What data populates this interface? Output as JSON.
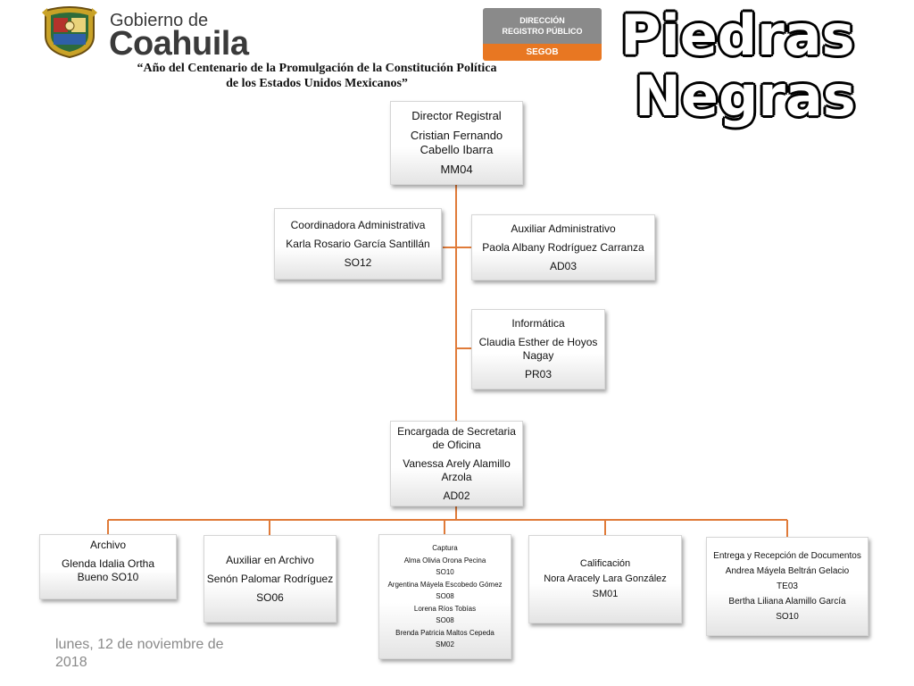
{
  "header": {
    "gov_small": "Gobierno de",
    "gov_big": "Coahuila",
    "slogan_l1": "“Año del Centenario de la Promulgación de la Constitución Política",
    "slogan_l2": "de los Estados Unidos Mexicanos”",
    "badge_l1": "DIRECCIÓN",
    "badge_l2": "REGISTRO PÚBLICO",
    "badge_bottom": "SEGOB",
    "city_l1": "Piedras",
    "city_l2": "Negras"
  },
  "chart": {
    "director": {
      "title": "Director Registral",
      "name_l1": "Cristian Fernando",
      "name_l2": "Cabello Ibarra",
      "code": "MM04"
    },
    "coordinadora": {
      "title": "Coordinadora Administrativa",
      "name": "Karla Rosario García Santillán",
      "code": "SO12"
    },
    "auxiliar_admin": {
      "title": "Auxiliar Administrativo",
      "name": "Paola Albany Rodríguez Carranza",
      "code": "AD03"
    },
    "informatica": {
      "title": "Informática",
      "name_l1": "Claudia Esther de Hoyos",
      "name_l2": "Nagay",
      "code": "PR03"
    },
    "encargada": {
      "title_l1": "Encargada de  Secretaria",
      "title_l2": "de Oficina",
      "name_l1": "Vanessa Arely Alamillo",
      "name_l2": "Arzola",
      "code": "AD02"
    },
    "archivo": {
      "title": "Archivo",
      "l1": "Glenda Idalia Ortha",
      "l2": "Bueno SO10"
    },
    "aux_archivo": {
      "title": "Auxiliar en Archivo",
      "name": "Senón Palomar Rodríguez",
      "code": "SO06"
    },
    "captura": {
      "lines": [
        "Captura",
        "Alma Olivia Orona Pecina",
        "SO10",
        "Argentina Máyela Escobedo Gómez",
        "SO08",
        "Lorena Ríos Tobías",
        "SO08",
        "Brenda Patricia Maltos Cepeda",
        "SM02"
      ]
    },
    "calificacion": {
      "title": "Calificación",
      "name": "Nora Aracely Lara González",
      "code": "SM01"
    },
    "entrega": {
      "lines": [
        "Entrega y Recepción de Documentos",
        "Andrea Máyela Beltrán Gelacio",
        "TE03",
        "Bertha Liliana Alamillo García",
        "SO10"
      ]
    }
  },
  "footer": {
    "date_l1": "lunes, 12 de noviembre de",
    "date_l2": "2018"
  },
  "colors": {
    "connector": "#e07b39",
    "badge_gray": "#8a8a8a",
    "badge_orange": "#e87722"
  }
}
